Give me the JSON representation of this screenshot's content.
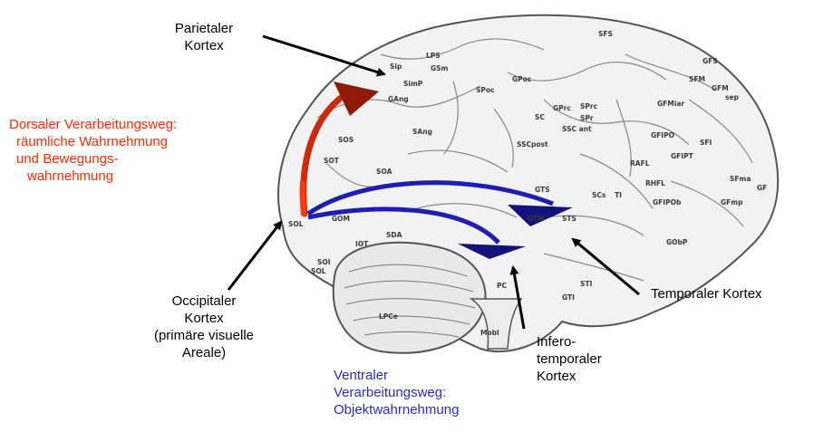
{
  "colors": {
    "dorsal_arrow": "#cc2a0a",
    "dorsal_text": "#ff2a00",
    "ventral_arrow": "#1e1eb4",
    "ventral_text": "#2a2ad6",
    "pointer": "#000000",
    "brain_fill": "#f2f2f2",
    "brain_stroke": "#555555"
  },
  "labels": {
    "parietal": [
      "Parietaler",
      "Kortex"
    ],
    "dorsal": [
      "Dorsaler Verarbeitungsweg:",
      "räumliche Wahrnehmung",
      "und Bewegungs-",
      "wahrnehmung"
    ],
    "occipital": [
      "Occipitaler",
      "Kortex",
      "(primäre visuelle",
      "Areale)"
    ],
    "ventral": [
      "Ventraler",
      "Verarbeitungsweg:",
      "Objektwahrnehmung"
    ],
    "inferotemporal": [
      "Infero-",
      "temporaler",
      "Kortex"
    ],
    "temporal": "Temporaler Kortex"
  },
  "region_labels": [
    "LPS",
    "SFS",
    "GFS",
    "GSm",
    "SFM",
    "Sip",
    "SimP",
    "GPoc",
    "GFM",
    "sep",
    "SPoc",
    "GAng",
    "GFMiar",
    "SPrc",
    "GPrc",
    "SC",
    "SPr",
    "GFIPO",
    "SFI",
    "SSC ant",
    "SAng",
    "SSCpost",
    "GFIPT",
    "RAFL",
    "SOS",
    "SOT",
    "SOA",
    "SFma",
    "RHFL",
    "GF",
    "GTS",
    "SCs",
    "GFIPOb",
    "GFmp",
    "STS",
    "GTM",
    "TI",
    "GOM",
    "SOL",
    "SDA",
    "IOT",
    "GObP",
    "SOI",
    "SOL",
    "STI",
    "GTI",
    "LPCe",
    "Mobl",
    "PC"
  ]
}
